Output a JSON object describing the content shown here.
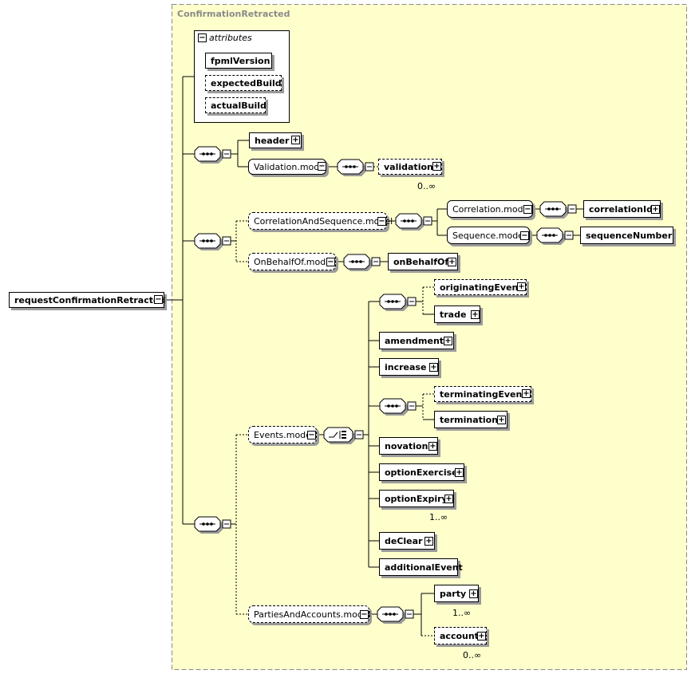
{
  "group_title": "ConfirmationRetracted",
  "attributes_label": "attributes",
  "attributes": [
    "fpmlVersion",
    "expectedBuild",
    "actualBuild"
  ],
  "root": "requestConfirmationRetracted",
  "elements": {
    "header": "header",
    "validation_model": "Validation.model",
    "validation": "validation",
    "correlation_and_sequence_model": "CorrelationAndSequence.model",
    "correlation_model": "Correlation.model",
    "correlation_id": "correlationId",
    "sequence_model": "Sequence.model",
    "sequence_number": "sequenceNumber",
    "on_behalf_of_model": "OnBehalfOf.model",
    "on_behalf_of": "onBehalfOf",
    "events_model": "Events.model",
    "originating_event": "originatingEvent",
    "trade": "trade",
    "amendment": "amendment",
    "increase": "increase",
    "terminating_event": "terminatingEvent",
    "termination": "termination",
    "novation": "novation",
    "option_exercise": "optionExercise",
    "option_expiry": "optionExpiry",
    "de_clear": "deClear",
    "additional_event": "additionalEvent",
    "parties_and_accounts_model": "PartiesAndAccounts.model",
    "party": "party",
    "account": "account"
  },
  "multiplicities": {
    "validation": "0..∞",
    "option_expiry": "1..∞",
    "party": "1..∞",
    "account": "0..∞"
  },
  "colors": {
    "group_fill": "#ffffcc",
    "group_border": "#8a8a8a",
    "line": "#000000",
    "shadow": "#9b9b9b",
    "title": "#8a8a8a"
  }
}
